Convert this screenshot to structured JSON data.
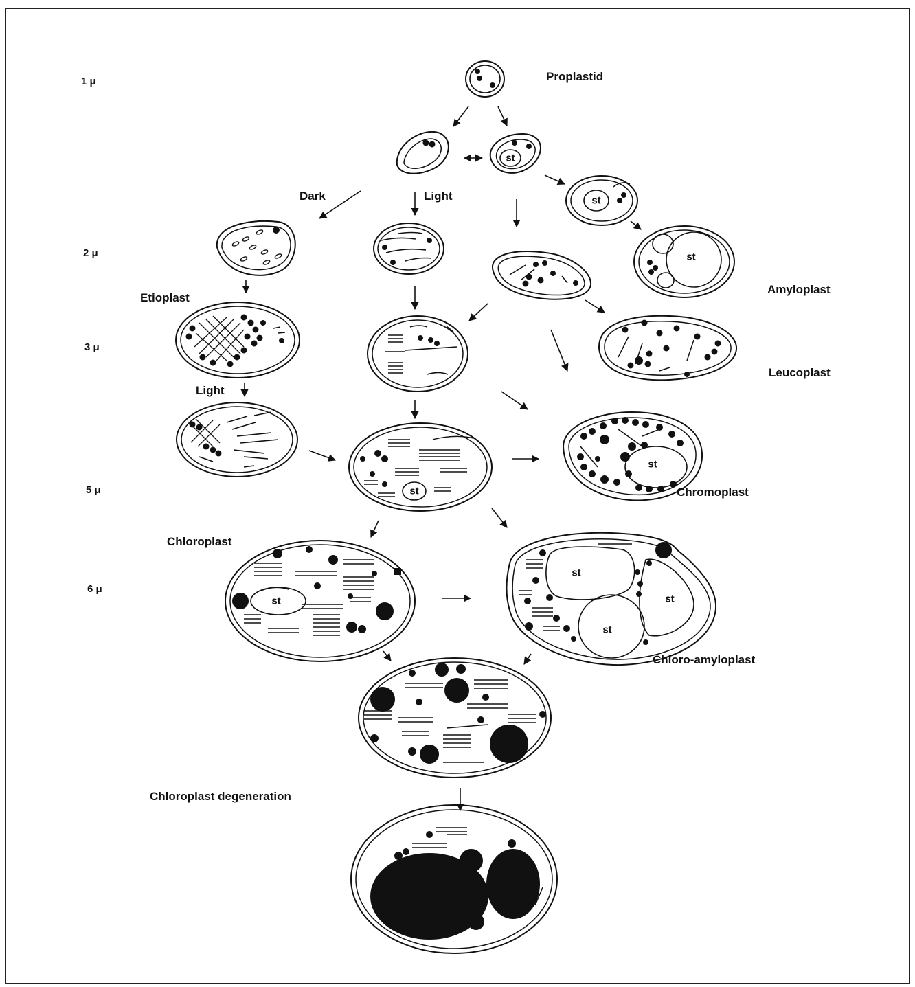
{
  "scale_labels": [
    "1 μ",
    "2 μ",
    "3 μ",
    "5 μ",
    "6 μ"
  ],
  "labels": {
    "proplastid": "Proplastid",
    "dark": "Dark",
    "light_center": "Light",
    "light_left": "Light",
    "etioplast": "Etioplast",
    "amyloplast": "Amyloplast",
    "leucoplast": "Leucoplast",
    "chromoplast": "Chromoplast",
    "chloroplast": "Chloroplast",
    "chloro_amyloplast": "Chloro-amyloplast",
    "degeneration": "Chloroplast degeneration"
  },
  "starch_label": "st",
  "colors": {
    "ink": "#111111",
    "paper": "#ffffff",
    "frame": "#222222"
  }
}
